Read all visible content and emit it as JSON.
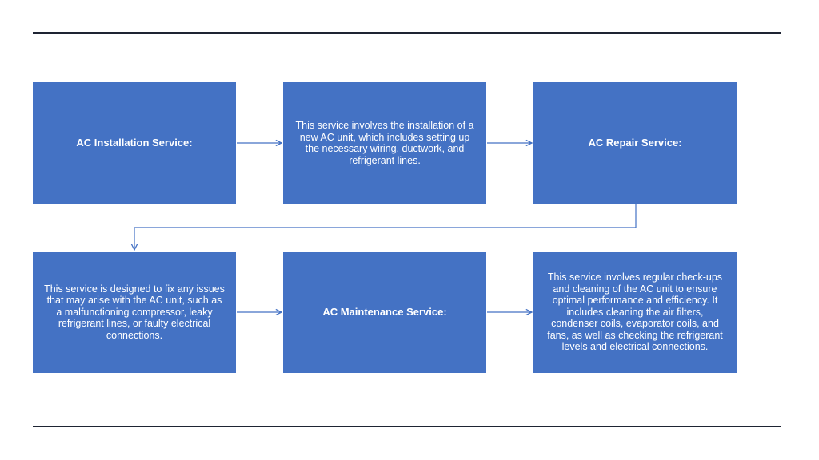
{
  "diagram": {
    "nodes": [
      {
        "id": "ac-installation-heading",
        "text": "AC Installation Service:"
      },
      {
        "id": "ac-installation-description",
        "text": "This service involves the installation of a new AC unit, which includes setting up the necessary wiring, ductwork, and refrigerant lines."
      },
      {
        "id": "ac-repair-heading",
        "text": "AC Repair Service:"
      },
      {
        "id": "ac-repair-description",
        "text": "This service is designed to fix any issues that may arise with the AC unit, such as a malfunctioning compressor, leaky refrigerant lines, or faulty electrical connections."
      },
      {
        "id": "ac-maintenance-heading",
        "text": "AC Maintenance Service:"
      },
      {
        "id": "ac-maintenance-description",
        "text": "This service involves regular check-ups and cleaning of the AC unit to ensure optimal performance and efficiency. It includes cleaning the air filters, condenser coils, evaporator coils, and fans, as well as checking the refrigerant levels and electrical connections."
      }
    ],
    "edges": [
      [
        "ac-installation-heading",
        "ac-installation-description"
      ],
      [
        "ac-installation-description",
        "ac-repair-heading"
      ],
      [
        "ac-repair-heading",
        "ac-repair-description"
      ],
      [
        "ac-repair-description",
        "ac-maintenance-heading"
      ],
      [
        "ac-maintenance-heading",
        "ac-maintenance-description"
      ]
    ],
    "colors": {
      "box_fill": "#4472c4",
      "box_text": "#ffffff",
      "connector": "#4472c4",
      "rule": "#1e2433"
    }
  }
}
